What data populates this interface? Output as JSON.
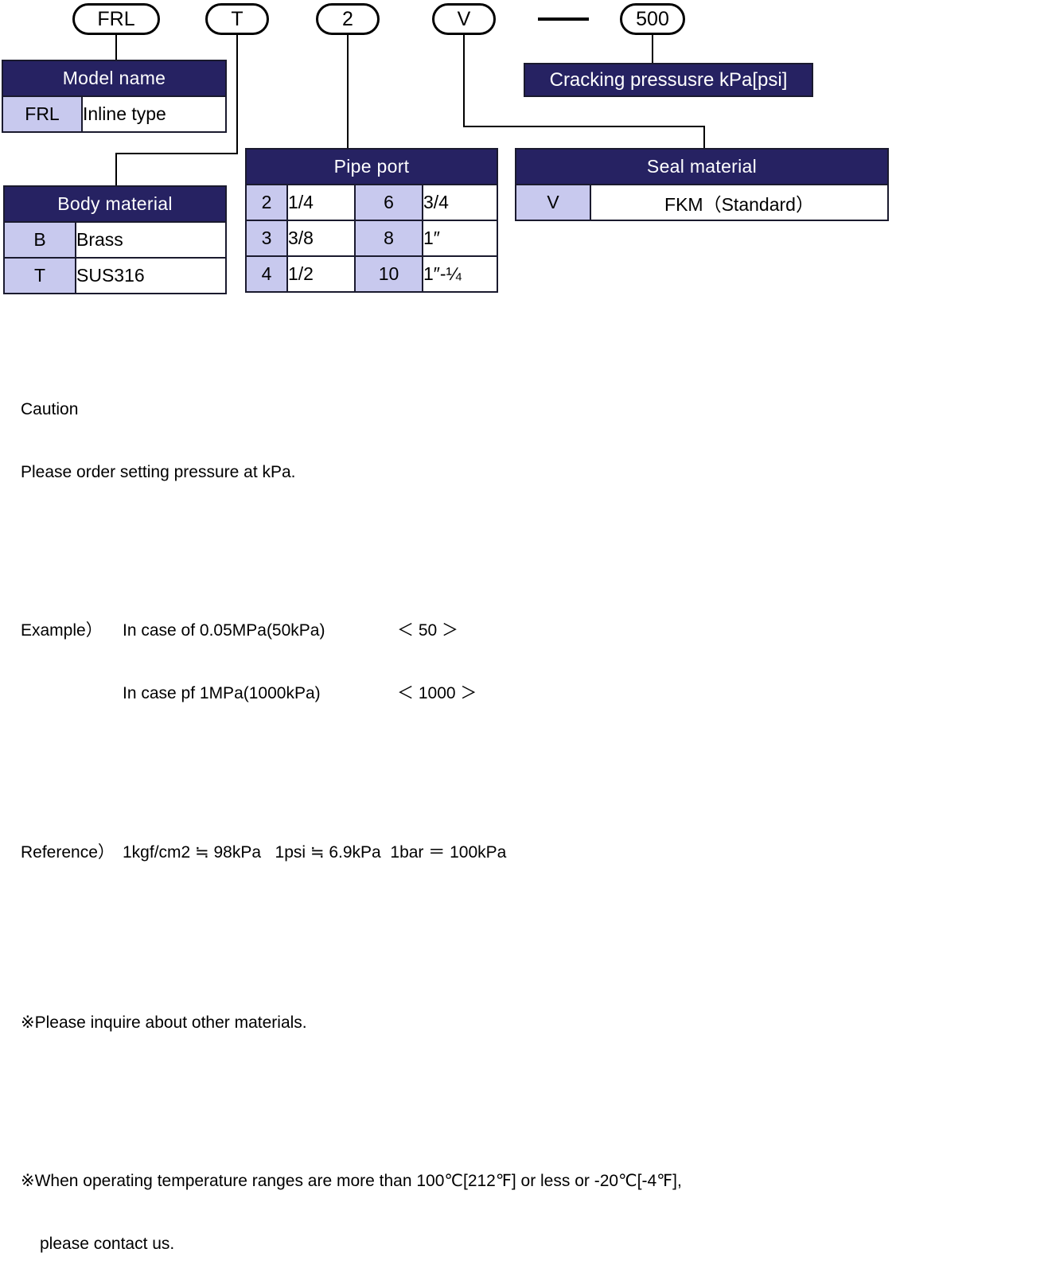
{
  "code_bubbles": [
    {
      "name": "model-name",
      "value": "FRL"
    },
    {
      "name": "body-material",
      "value": "T"
    },
    {
      "name": "pipe-port",
      "value": "2"
    },
    {
      "name": "seal-material",
      "value": "V"
    },
    {
      "name": "cracking-pressure",
      "value": "500"
    }
  ],
  "separator_dash": "—",
  "tables": {
    "model_name": {
      "header": "Model name",
      "rows": [
        {
          "code": "FRL",
          "value": "Inline type"
        }
      ]
    },
    "body_material": {
      "header": "Body material",
      "rows": [
        {
          "code": "B",
          "value": "Brass"
        },
        {
          "code": "T",
          "value": "SUS316"
        }
      ]
    },
    "pipe_port": {
      "header": "Pipe port",
      "rows": [
        {
          "code_a": "2",
          "value_a": "1/4",
          "code_b": "6",
          "value_b": "3/4"
        },
        {
          "code_a": "3",
          "value_a": "3/8",
          "code_b": "8",
          "value_b": "1″"
        },
        {
          "code_a": "4",
          "value_a": "1/2",
          "code_b": "10",
          "value_b": "1″-¼"
        }
      ]
    },
    "seal_material": {
      "header": "Seal material",
      "rows": [
        {
          "code": "V",
          "value": "FKM（Standard）"
        }
      ]
    }
  },
  "cracking_pressure_label": "Cracking pressusre kPa[psi]",
  "notes": {
    "caution_title": "Caution",
    "caution_text": "Please order setting pressure at kPa.",
    "example_label": "Example）",
    "example_rows": [
      {
        "text": "In case of 0.05MPa(50kPa)",
        "value": "＜ 50 ＞"
      },
      {
        "text": "In case pf 1MPa(1000kPa)",
        "value": "＜ 1000 ＞"
      }
    ],
    "reference_label": "Reference）",
    "reference_text": "1kgf/cm2 ≒ 98kPa   1psi ≒ 6.9kPa  1bar ＝ 100kPa",
    "asterisk_note_1": "※Please inquire about other materials.",
    "asterisk_note_2": "※When operating temperature ranges are more than 100℃[212℉] or less or -20℃[-4℉],",
    "asterisk_note_2_cont": "please contact us."
  },
  "colors": {
    "header_navy": "#262262",
    "code_lavender": "#c8c9ee",
    "cell_white": "#ffffff",
    "line_black": "#000000"
  }
}
